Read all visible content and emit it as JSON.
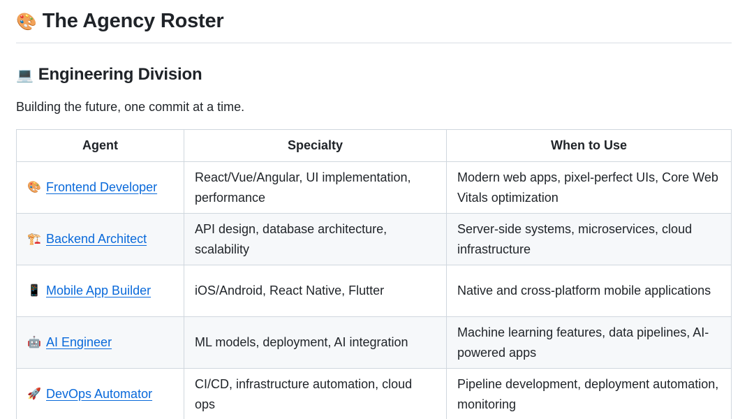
{
  "title": {
    "emoji": "🎨",
    "text": "The Agency Roster"
  },
  "section": {
    "emoji": "💻",
    "heading": "Engineering Division",
    "description": "Building the future, one commit at a time."
  },
  "table": {
    "headers": [
      "Agent",
      "Specialty",
      "When to Use"
    ],
    "rows": [
      {
        "emoji": "🎨",
        "agent": "Frontend Developer",
        "specialty": "React/Vue/Angular, UI implementation, performance",
        "when": "Modern web apps, pixel-perfect UIs, Core Web Vitals optimization"
      },
      {
        "emoji": "🏗️",
        "agent": "Backend Architect",
        "specialty": "API design, database architecture, scalability",
        "when": "Server-side systems, microservices, cloud infrastructure"
      },
      {
        "emoji": "📱",
        "agent": "Mobile App Builder",
        "specialty": "iOS/Android, React Native, Flutter",
        "when": "Native and cross-platform mobile applications"
      },
      {
        "emoji": "🤖",
        "agent": "AI Engineer",
        "specialty": "ML models, deployment, AI integration",
        "when": "Machine learning features, data pipelines, AI-powered apps"
      },
      {
        "emoji": "🚀",
        "agent": "DevOps Automator",
        "specialty": "CI/CD, infrastructure automation, cloud ops",
        "when": "Pipeline development, deployment automation, monitoring"
      }
    ]
  },
  "colors": {
    "link": "#0969da",
    "border": "#d0d7de",
    "stripe": "#f6f8fa"
  }
}
